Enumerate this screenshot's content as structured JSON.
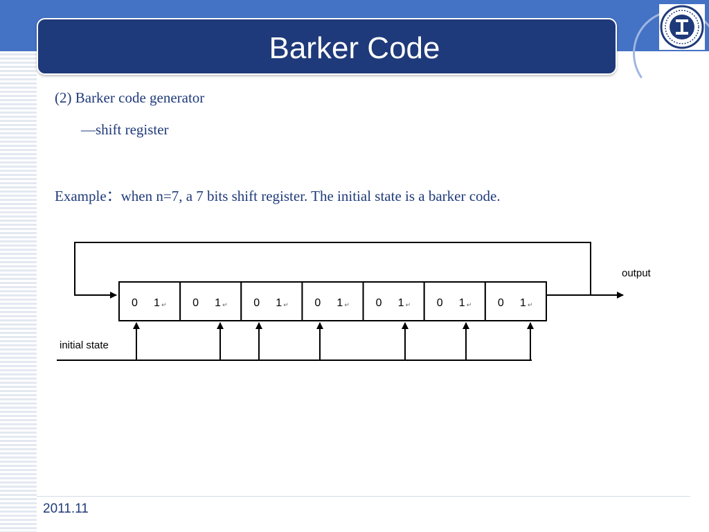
{
  "slide": {
    "title": "Barker Code",
    "line1": "(2) Barker code generator",
    "line2": "—shift register",
    "line3": "Example：when n=7, a 7 bits shift register. The initial state is a barker code.",
    "footer_date": "2011.11"
  },
  "diagram": {
    "cells": [
      {
        "a": "0",
        "b": "1"
      },
      {
        "a": "0",
        "b": "1"
      },
      {
        "a": "0",
        "b": "1"
      },
      {
        "a": "0",
        "b": "1"
      },
      {
        "a": "0",
        "b": "1"
      },
      {
        "a": "0",
        "b": "1"
      },
      {
        "a": "0",
        "b": "1"
      }
    ],
    "output_label": "output",
    "initial_label": "initial state"
  },
  "colors": {
    "header_blue": "#4472c4",
    "title_navy": "#1f3a7a",
    "text_navy": "#1f3a7a"
  }
}
